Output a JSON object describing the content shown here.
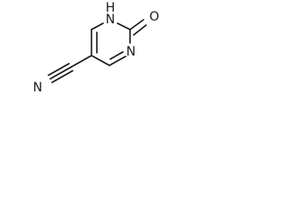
{
  "molecule": {
    "atoms": {
      "nh": "H",
      "n_top": "N",
      "o": "O",
      "n_ring": "N",
      "n_nitrile": "N"
    }
  }
}
